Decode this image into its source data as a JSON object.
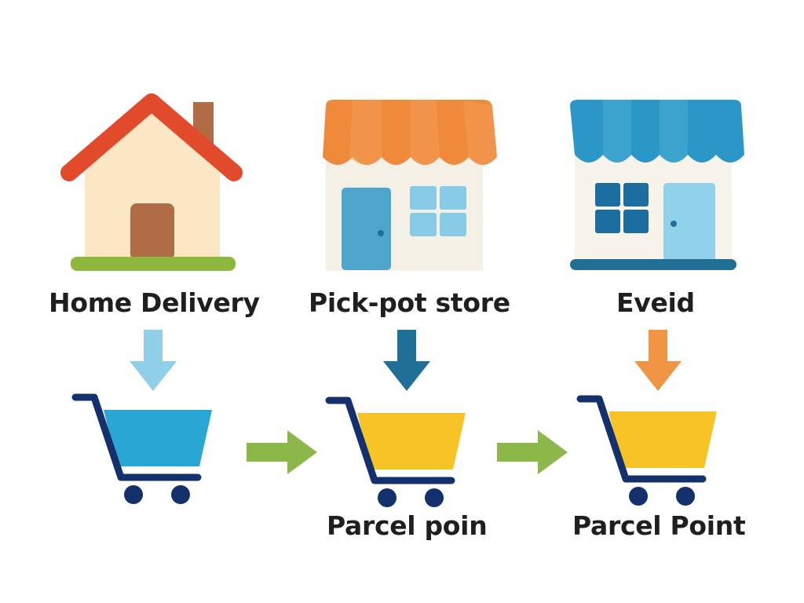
{
  "columns": [
    {
      "id": "home",
      "label": "Home Delivery",
      "icon": "house-icon",
      "arrow_color": "#8fd0e8",
      "cart_color": "#2aa6d5"
    },
    {
      "id": "pickpot",
      "label": "Pick-pot store",
      "icon": "orange-storefront-icon",
      "arrow_color": "#1f6f97",
      "cart_color": "#f7c325"
    },
    {
      "id": "eveid",
      "label": "Eveid",
      "icon": "blue-storefront-icon",
      "arrow_color": "#ef9543",
      "cart_color": "#f7c325"
    }
  ],
  "cart_labels": {
    "middle": "Parcel poin",
    "right": "Parcel Point"
  },
  "colors": {
    "cart_frame": "#14316d",
    "side_arrow": "#8cb84a"
  }
}
